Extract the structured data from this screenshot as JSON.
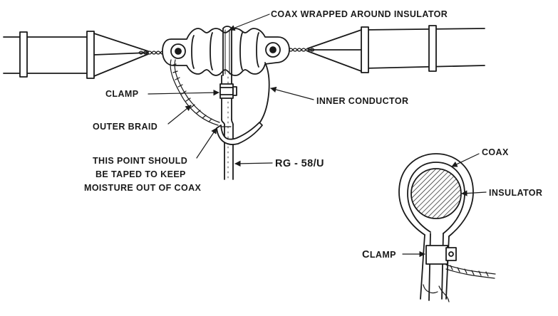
{
  "labels": {
    "coax_wrapped": "COAX WRAPPED AROUND INSULATOR",
    "clamp": "CLAMP",
    "inner_conductor": "INNER CONDUCTOR",
    "outer_braid": "OUTER BRAID",
    "tape_line1": "THIS POINT SHOULD",
    "tape_line2": "BE TAPED TO KEEP",
    "tape_line3": "MOISTURE OUT OF COAX",
    "rg58": "RG - 58/U",
    "coax": "COAX",
    "insulator": "INSULATOR",
    "clamp2_initial": "C",
    "clamp2_rest": "LAMP"
  },
  "colors": {
    "ink": "#1a1a1a",
    "paper": "#ffffff"
  }
}
